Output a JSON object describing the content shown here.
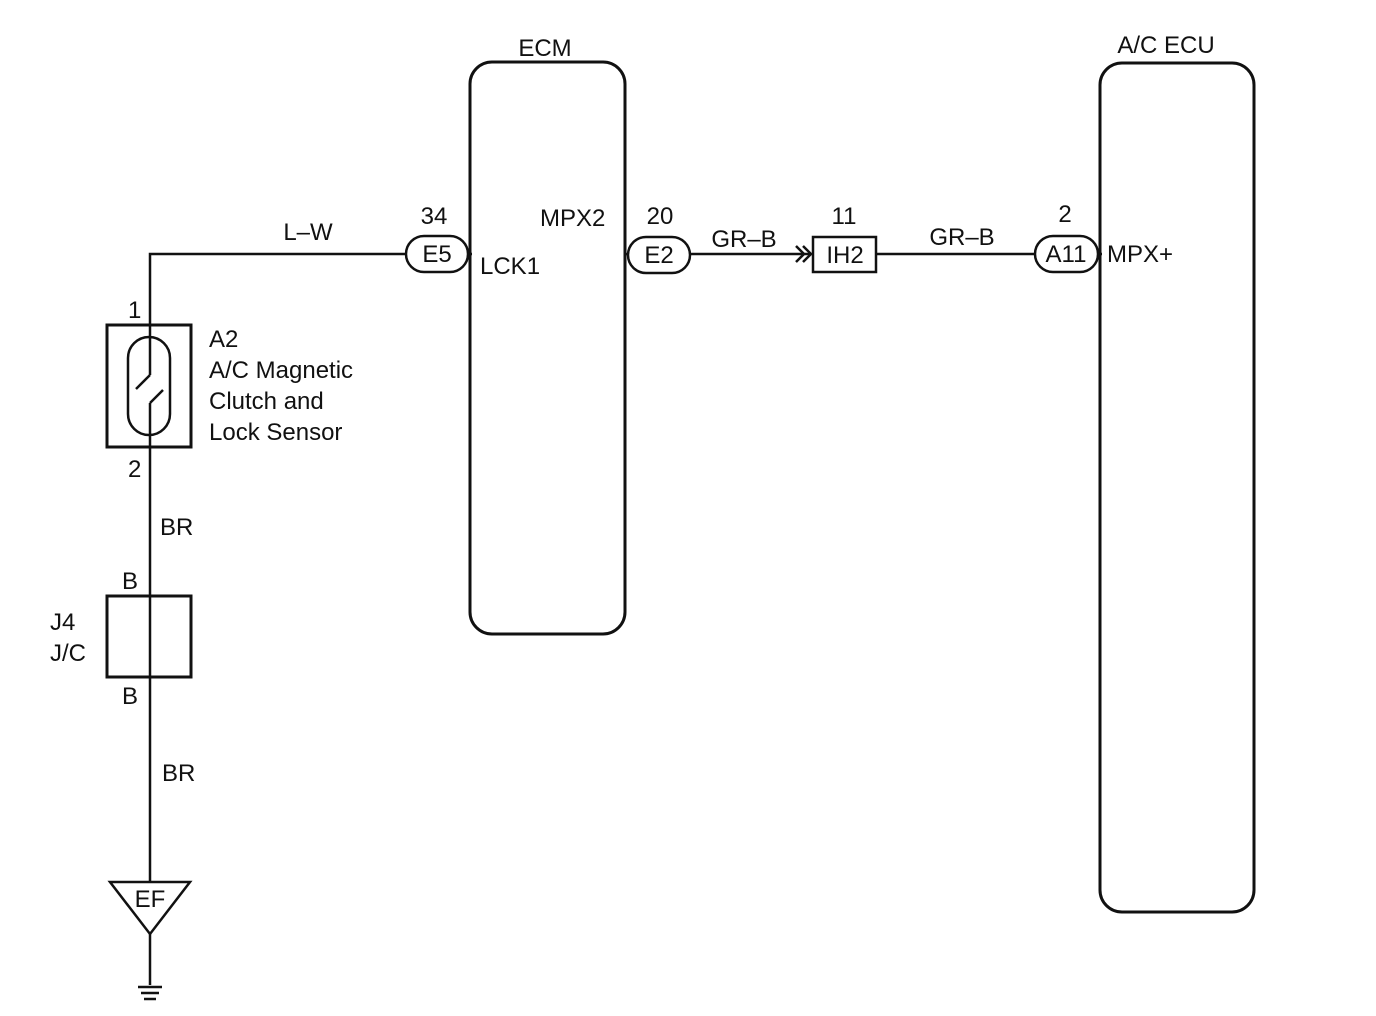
{
  "ecm": {
    "title": "ECM",
    "lck1_label": "LCK1",
    "mpx2_label": "MPX2"
  },
  "ac_ecu": {
    "title": "A/C ECU",
    "mpx_plus_label": "MPX+"
  },
  "connectors": {
    "e5": {
      "code": "E5",
      "pin": "34"
    },
    "e2": {
      "code": "E2",
      "pin": "20"
    },
    "ih2": {
      "code": "IH2",
      "pin": "11"
    },
    "a11": {
      "code": "A11",
      "pin": "2"
    }
  },
  "wires": {
    "lw": "L–W",
    "grb_1": "GR–B",
    "grb_2": "GR–B",
    "br_1": "BR",
    "br_2": "BR"
  },
  "sensor": {
    "code": "A2",
    "name_line1": "A/C Magnetic",
    "name_line2": "Clutch and",
    "name_line3": "Lock Sensor",
    "pin_top": "1",
    "pin_bottom": "2"
  },
  "junction": {
    "code": "J4",
    "name": "J/C",
    "pin_top": "B",
    "pin_bottom": "B"
  },
  "ground": {
    "code": "EF"
  }
}
